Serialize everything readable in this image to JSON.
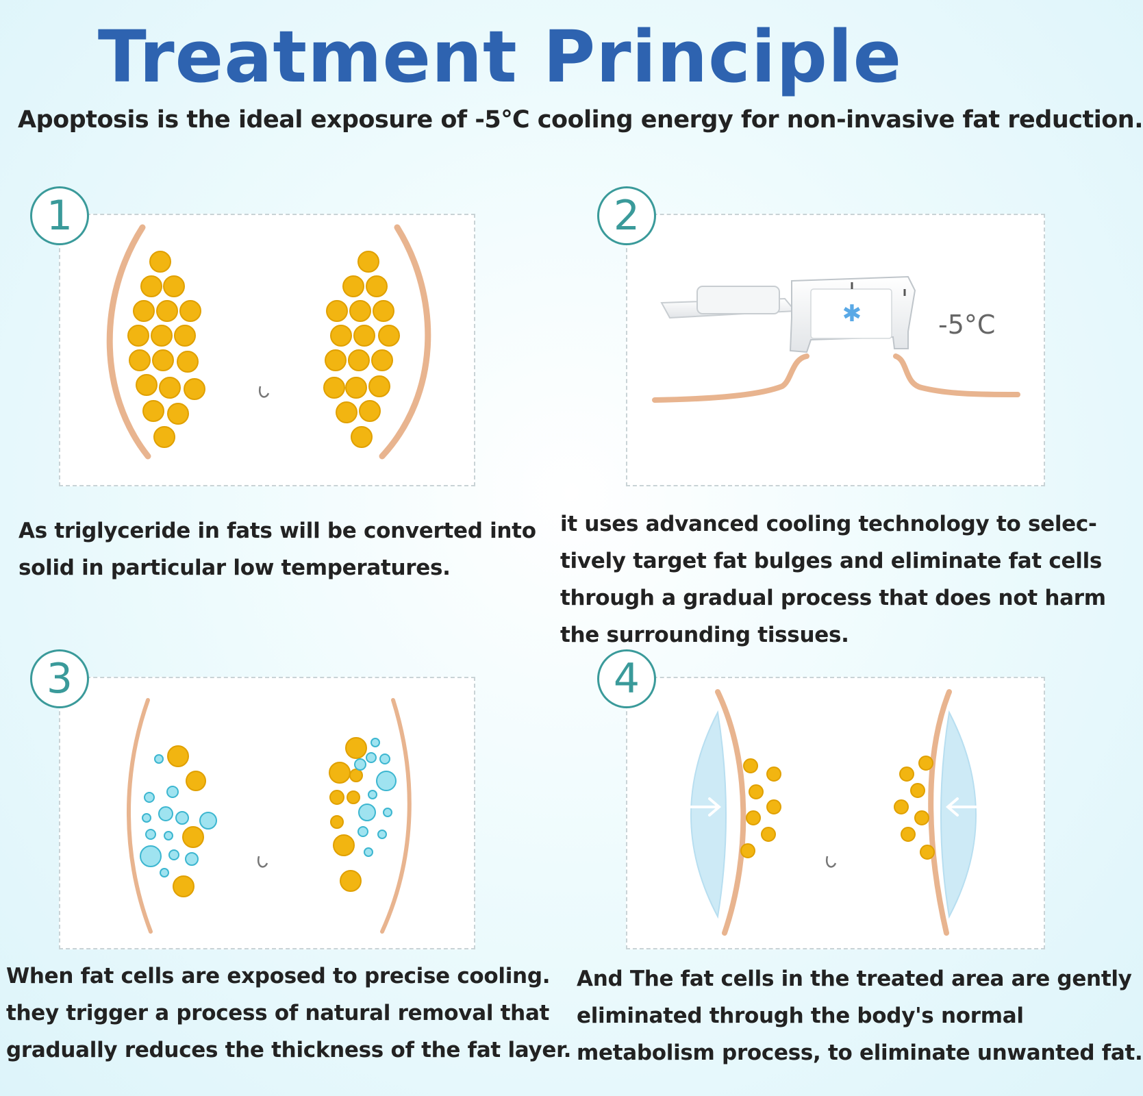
{
  "title": "Treatment Principle",
  "subtitle": "Apoptosis is the ideal exposure of -5℃ cooling energy for non-invasive fat reduction.",
  "colors": {
    "title": "#2e63b0",
    "skin": "#e8b48f",
    "fat_cell": "#f2b511",
    "frozen_cell": "#5cc6dc",
    "cooling": "#cdeaf6",
    "step_circle": "#3a9a9a"
  },
  "steps": [
    {
      "number": "1",
      "caption_lines": [
        "As triglyceride in fats will be converted into",
        " solid in particular low temperatures."
      ]
    },
    {
      "number": "2",
      "temperature": "-5°C",
      "caption_lines": [
        "it uses advanced cooling technology to selec-",
        "tively target fat bulges and eliminate fat cells",
        "through a gradual process that does not harm",
        " the surrounding tissues."
      ]
    },
    {
      "number": "3",
      "caption_lines": [
        "When fat cells are exposed to precise cooling.",
        "they trigger a process of natural removal that",
        "gradually reduces the thickness of the fat layer."
      ]
    },
    {
      "number": "4",
      "caption_lines": [
        "And The fat cells in the treated area are gently",
        "eliminated through the body's normal",
        "metabolism process, to eliminate unwanted fat."
      ]
    }
  ]
}
